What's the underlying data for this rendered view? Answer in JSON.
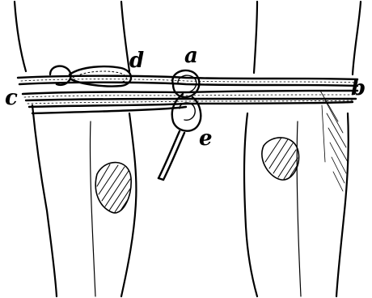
{
  "labels": {
    "a": "a",
    "b": "b",
    "c": "c",
    "d": "d",
    "e": "e"
  },
  "colors": {
    "ink": "#000000",
    "paper": "#ffffff"
  }
}
